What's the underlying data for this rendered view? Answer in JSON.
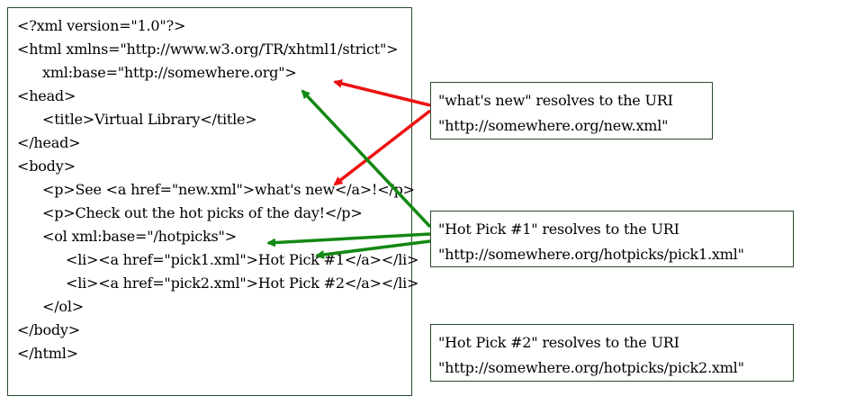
{
  "code": {
    "lines": [
      "<?xml version=\"1.0\"?>",
      "<html xmlns=\"http://www.w3.org/TR/xhtml1/strict\">",
      "xml:base=\"http://somewhere.org\">",
      "<head>",
      "<title>Virtual Library</title>",
      "</head>",
      "<body>",
      "<p>See <a href=\"new.xml\">what's new</a>!</p>",
      "<p>Check out the hot picks of the day!</p>",
      "<ol xml:base=\"/hotpicks\">",
      "<li><a href=\"pick1.xml\">Hot Pick #1</a></li>",
      "<li><a href=\"pick2.xml\">Hot Pick #2</a></li>",
      "</ol>",
      "</body>",
      "</html>"
    ]
  },
  "notes": {
    "whats_new": {
      "line1": "\"what's new\" resolves to the URI",
      "line2": "\"http://somewhere.org/new.xml\""
    },
    "hot_pick_1": {
      "line1": "\"Hot Pick #1\" resolves to the URI",
      "line2": "\"http://somewhere.org/hotpicks/pick1.xml\""
    },
    "hot_pick_2": {
      "line1": "\"Hot Pick #2\" resolves to the URI",
      "line2": "\"http://somewhere.org/hotpicks/pick2.xml\""
    }
  },
  "colors": {
    "red_arrow": "#ee1111",
    "green_arrow": "#138813",
    "box_border": "#2b4a2b"
  }
}
